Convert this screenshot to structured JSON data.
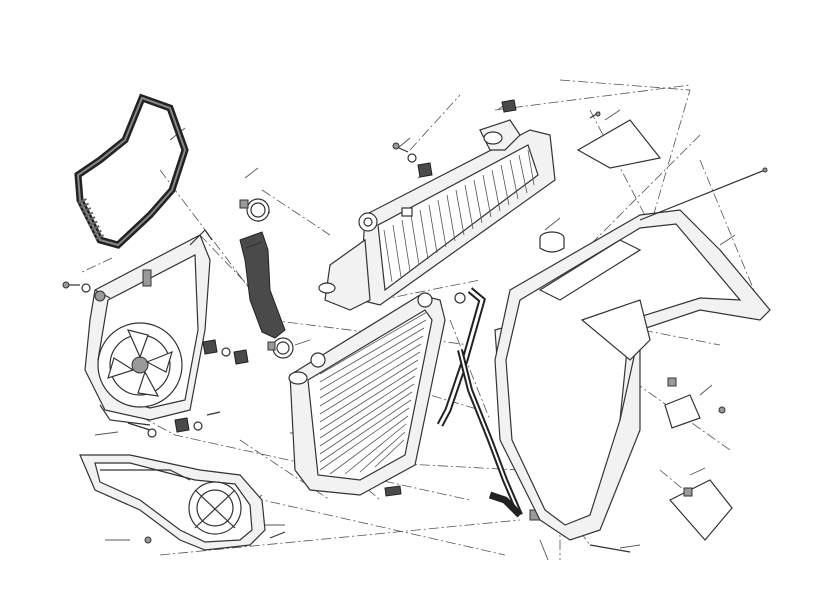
{
  "diagram": {
    "labels": [],
    "line_color": "#333333",
    "background": "#ffffff",
    "parts": [
      "drive-belt",
      "upper-radiator",
      "lower-radiator",
      "cooling-fan-assembly",
      "radiator-hose",
      "expansion-tank",
      "radiator-cap",
      "side-fairing-panel",
      "lower-fan-cover",
      "rubber-grommets",
      "hose-clamps",
      "bolts-and-screws"
    ]
  }
}
